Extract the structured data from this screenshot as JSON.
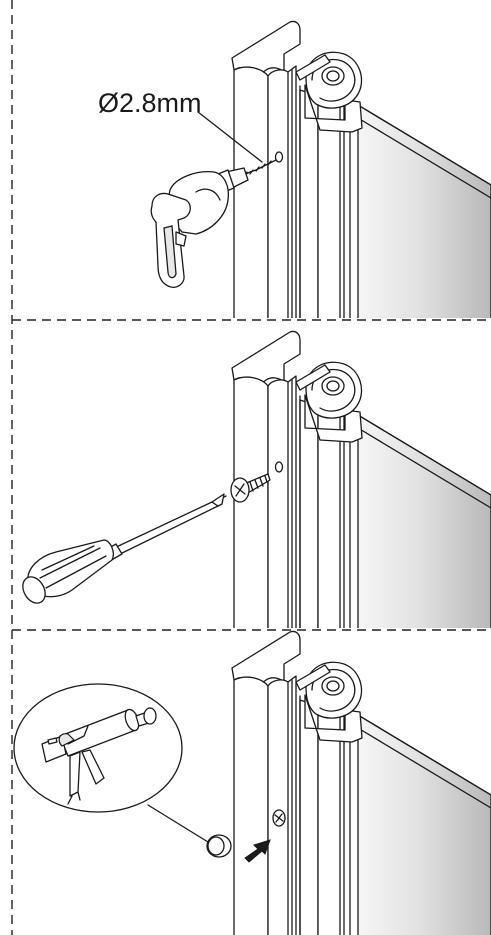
{
  "steps": [
    {
      "id": "drill",
      "tool_icon": "drill-icon",
      "callout": "Ø2.8mm"
    },
    {
      "id": "screw",
      "tool_icon": "screwdriver-icon"
    },
    {
      "id": "cap",
      "tool_icon": "caulking-gun-icon",
      "arrow_icon": "push-arrow-icon"
    }
  ],
  "colors": {
    "ink": "#1a1a1a",
    "glass_light": "#f4f4f4",
    "glass_dark": "#bdbdbd",
    "grip": "#e8e8e8"
  }
}
